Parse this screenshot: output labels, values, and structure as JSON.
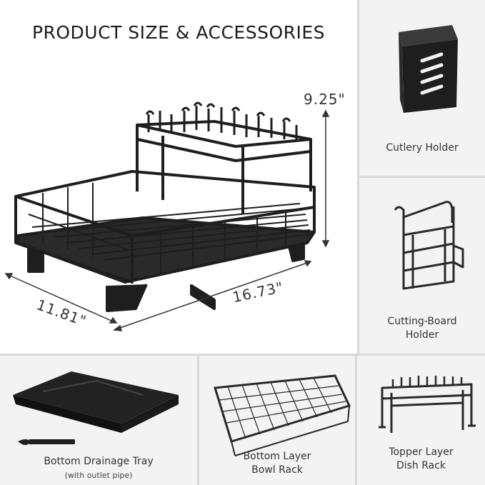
{
  "title": "PRODUCT SIZE & ACCESSORIES",
  "dimensions": {
    "height": "9.25\"",
    "depth": "11.81\"",
    "width": "16.73\""
  },
  "accessories": {
    "cutlery": "Cutlery Holder",
    "cutting_board_line1": "Cutting-Board",
    "cutting_board_line2": "Holder",
    "tray_line1": "Bottom Drainage Tray",
    "tray_line2": "(with outlet pipe)",
    "bowl_line1": "Bottom Layer",
    "bowl_line2": "Bowl Rack",
    "topper_line1": "Topper Layer",
    "topper_line2": "Dish Rack"
  },
  "colors": {
    "product": "#1e1e1e",
    "panel": "#f3f3f3",
    "divider": "#d9d9d9"
  }
}
